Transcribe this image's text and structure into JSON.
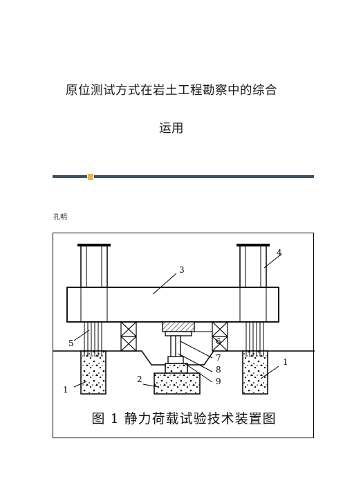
{
  "document": {
    "title_line1": "原位测试方式在岩土工程勘察中的综合",
    "title_line2": "运用",
    "author": "孔明"
  },
  "figure": {
    "caption": "图 1  静力荷载试验技术装置图",
    "labels": [
      "1",
      "2",
      "3",
      "4",
      "5",
      "6",
      "7",
      "8",
      "9",
      "1"
    ]
  },
  "colors": {
    "divider": "#3f5160",
    "badge": "#e7b64f"
  }
}
